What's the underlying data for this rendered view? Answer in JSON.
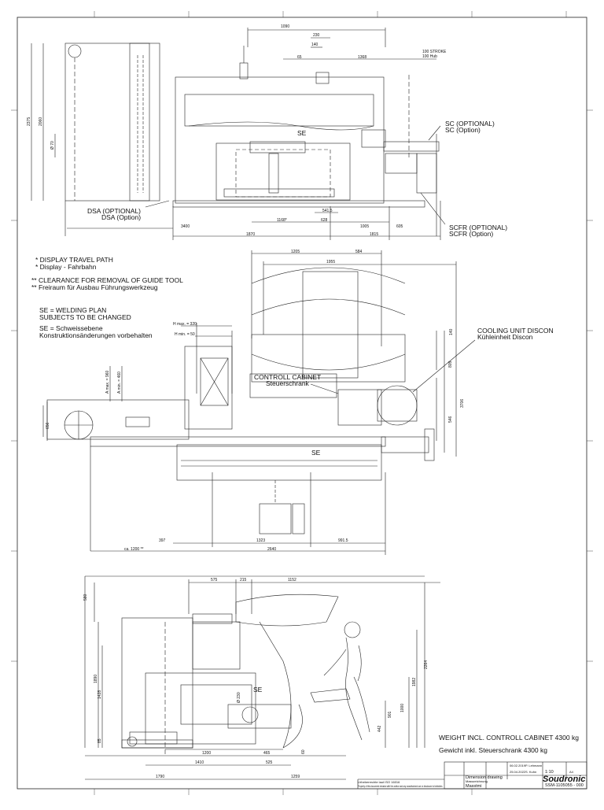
{
  "top_view": {
    "dims": [
      "1090",
      "230",
      "140",
      "65",
      "1368",
      "100 STROKE",
      "100 Hub",
      "2375",
      "2060",
      "Ø 70",
      "3400",
      "1870",
      "1815",
      "605",
      "1168*",
      "628",
      "1005",
      "541.5"
    ],
    "se": "SE",
    "sc_en": "SC (OPTIONAL)",
    "sc_de": "SC (Option)",
    "dsa_en": "DSA (OPTIONAL)",
    "dsa_de": "DSA (Option)",
    "scfr_en": "SCFR (OPTIONAL)",
    "scfr_de": "SCFR (Option)"
  },
  "notes": {
    "n1_en": "* DISPLAY TRAVEL PATH",
    "n1_de": "* Display - Fahrbahn",
    "n2_en": "** CLEARANCE FOR REMOVAL OF GUIDE TOOL",
    "n2_de": "** Freiraum für Ausbau Führungswerkzeug",
    "n3_en1": "SE = WELDING PLAN",
    "n3_en2": "SUBJECTS TO BE CHANGED",
    "n3_de1": "SE = Schweissebene",
    "n3_de2": "Konstruktionsänderungen vorbehalten"
  },
  "plan_view": {
    "dims": [
      "1205",
      "584",
      "1955",
      "H max. = 320",
      "H min. = 50",
      "A max. = 960",
      "A min. = 460",
      "656",
      "140",
      "805",
      "546",
      "3706",
      "397",
      "1323",
      "991.5",
      "ca. 1200 **",
      "2640"
    ],
    "se": "SE",
    "cabinet_en": "CONTROLL CABINET",
    "cabinet_de": "Steuerschrank",
    "cooling_en": "COOLING UNIT DISCON",
    "cooling_de": "Kühleinheit Discon"
  },
  "side_view": {
    "dims": [
      "575",
      "215",
      "1152",
      "580",
      "1890",
      "1428",
      "85",
      "Ø 230",
      "1200",
      "465",
      "1410",
      "525",
      "1790",
      "1259",
      "901",
      "1000",
      "1982",
      "2264",
      "442",
      "60"
    ],
    "se": "SE",
    "weight_en": "WEIGHT INCL. CONTROLL CABINET 4300 kg",
    "weight_de": "Gewicht inkl. Steuerschrank 4300 kg"
  },
  "title_block": {
    "desc1": "Dimension drawing",
    "desc2": "Masszeichnung",
    "product": "Masstmi",
    "product2": "SOUDRONIC",
    "scale": "1:10",
    "sheet": "A4",
    "drawing_no": "SSM-1105055 - 000",
    "company": "Soudronic",
    "fine1": "Urheberrechte laut ISO 16016",
    "fine2": "Property of this document remains with the author and any unauthorized use or disclosure is forbidden.",
    "date1": "06.02.2019",
    "date2": "25.04.2022",
    "name1": "P. Lehmann",
    "name2": "S. Kuhn"
  }
}
